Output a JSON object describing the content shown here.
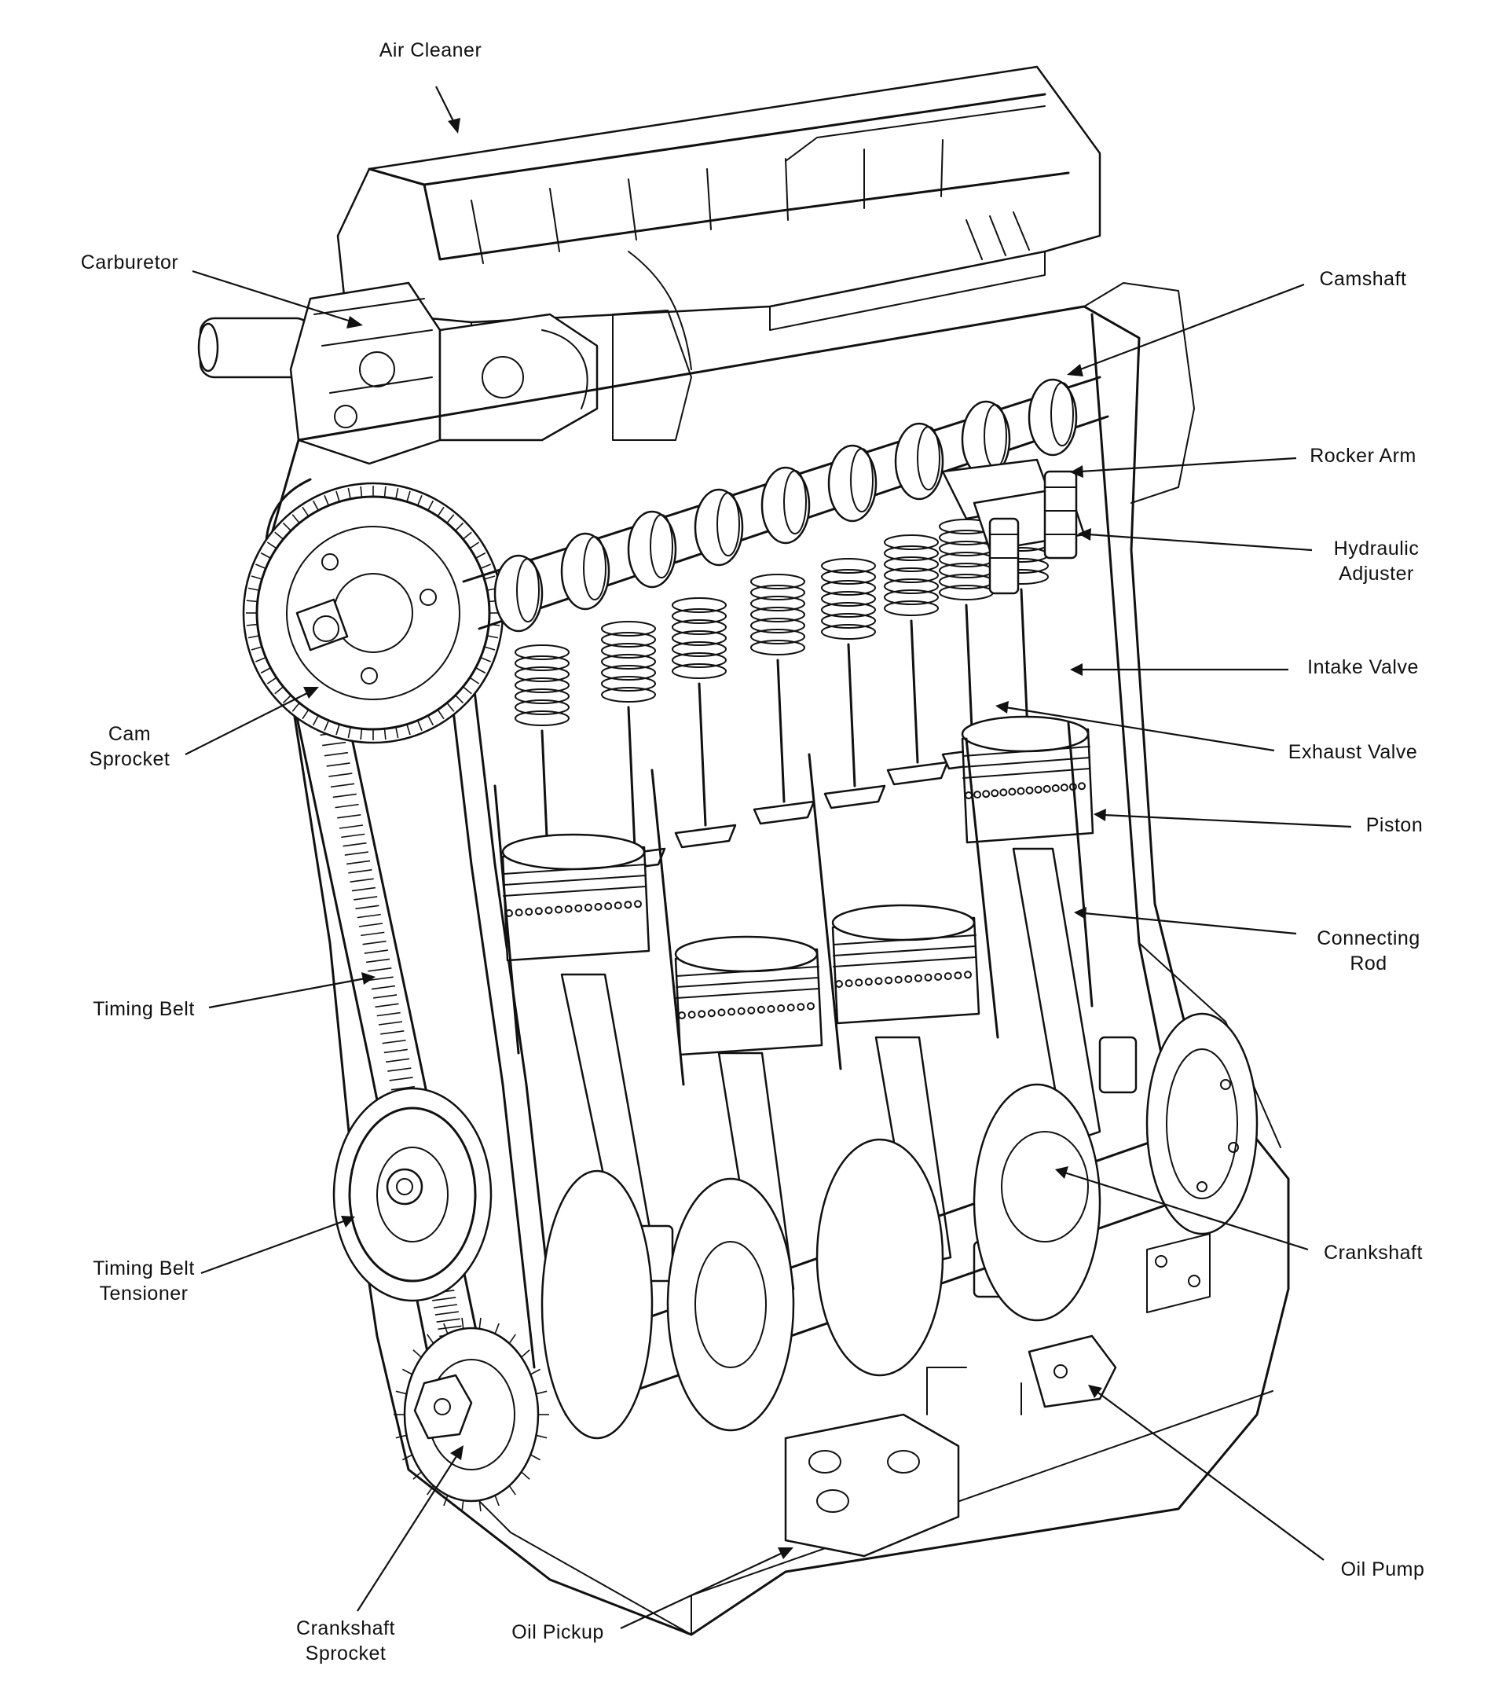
{
  "labels": {
    "air_cleaner": "Air Cleaner",
    "carburetor": "Carburetor",
    "camshaft": "Camshaft",
    "rocker_arm": "Rocker Arm",
    "hydraulic_adjuster_1": "Hydraulic",
    "hydraulic_adjuster_2": "Adjuster",
    "intake_valve": "Intake Valve",
    "exhaust_valve": "Exhaust Valve",
    "piston": "Piston",
    "connecting_rod_1": "Connecting",
    "connecting_rod_2": "Rod",
    "cam_sprocket_1": "Cam",
    "cam_sprocket_2": "Sprocket",
    "timing_belt": "Timing Belt",
    "timing_belt_tensioner_1": "Timing Belt",
    "timing_belt_tensioner_2": "Tensioner",
    "crankshaft": "Crankshaft",
    "crankshaft_sprocket_1": "Crankshaft",
    "crankshaft_sprocket_2": "Sprocket",
    "oil_pickup": "Oil Pickup",
    "oil_pump": "Oil Pump"
  },
  "colors": {
    "ink": "#111111",
    "paper": "#ffffff"
  }
}
